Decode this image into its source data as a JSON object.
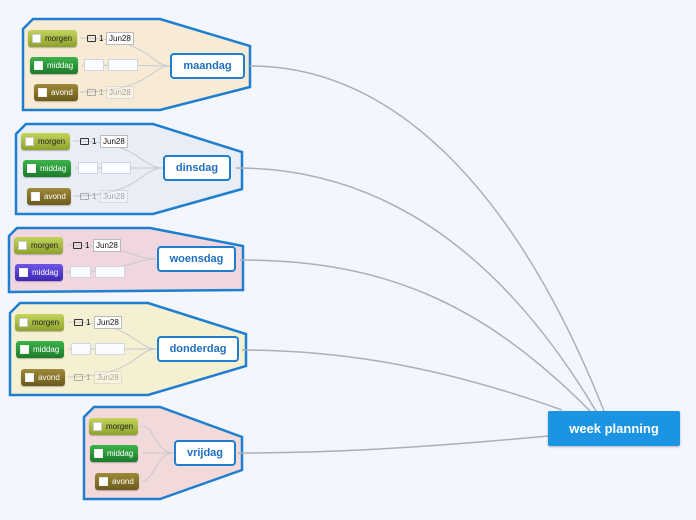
{
  "root": {
    "label": "week planning"
  },
  "days": [
    {
      "label": "maandag",
      "items": [
        {
          "label": "morgen",
          "note": "1",
          "date": "Jun28"
        },
        {
          "label": "middag"
        },
        {
          "label": "avond",
          "note": "1",
          "date": "Jun28"
        }
      ]
    },
    {
      "label": "dinsdag",
      "items": [
        {
          "label": "morgen",
          "note": "1",
          "date": "Jun28"
        },
        {
          "label": "middag"
        },
        {
          "label": "avond",
          "note": "1",
          "date": "Jun28"
        }
      ]
    },
    {
      "label": "woensdag",
      "items": [
        {
          "label": "morgen",
          "note": "1",
          "date": "Jun28"
        },
        {
          "label": "middag"
        }
      ]
    },
    {
      "label": "donderdag",
      "items": [
        {
          "label": "morgen",
          "note": "1",
          "date": "Jun28"
        },
        {
          "label": "middag"
        },
        {
          "label": "avond",
          "note": "1",
          "date": "Jun28"
        }
      ]
    },
    {
      "label": "vrijdag",
      "items": [
        {
          "label": "morgen"
        },
        {
          "label": "middag"
        },
        {
          "label": "avond"
        }
      ]
    }
  ],
  "colors": {
    "group_fill_1": "#f8ebd6",
    "group_fill_2": "#e8eef7",
    "group_fill_3": "#f0d6de",
    "group_fill_4": "#f6f0d2",
    "group_fill_5": "#f3dada",
    "group_border": "#1e7fd0",
    "root_fill": "#1b94e3",
    "connector": "#b0b0b8"
  },
  "icons": {
    "note": "speech-bubble-icon",
    "checkbox": "task-checkbox-icon"
  }
}
